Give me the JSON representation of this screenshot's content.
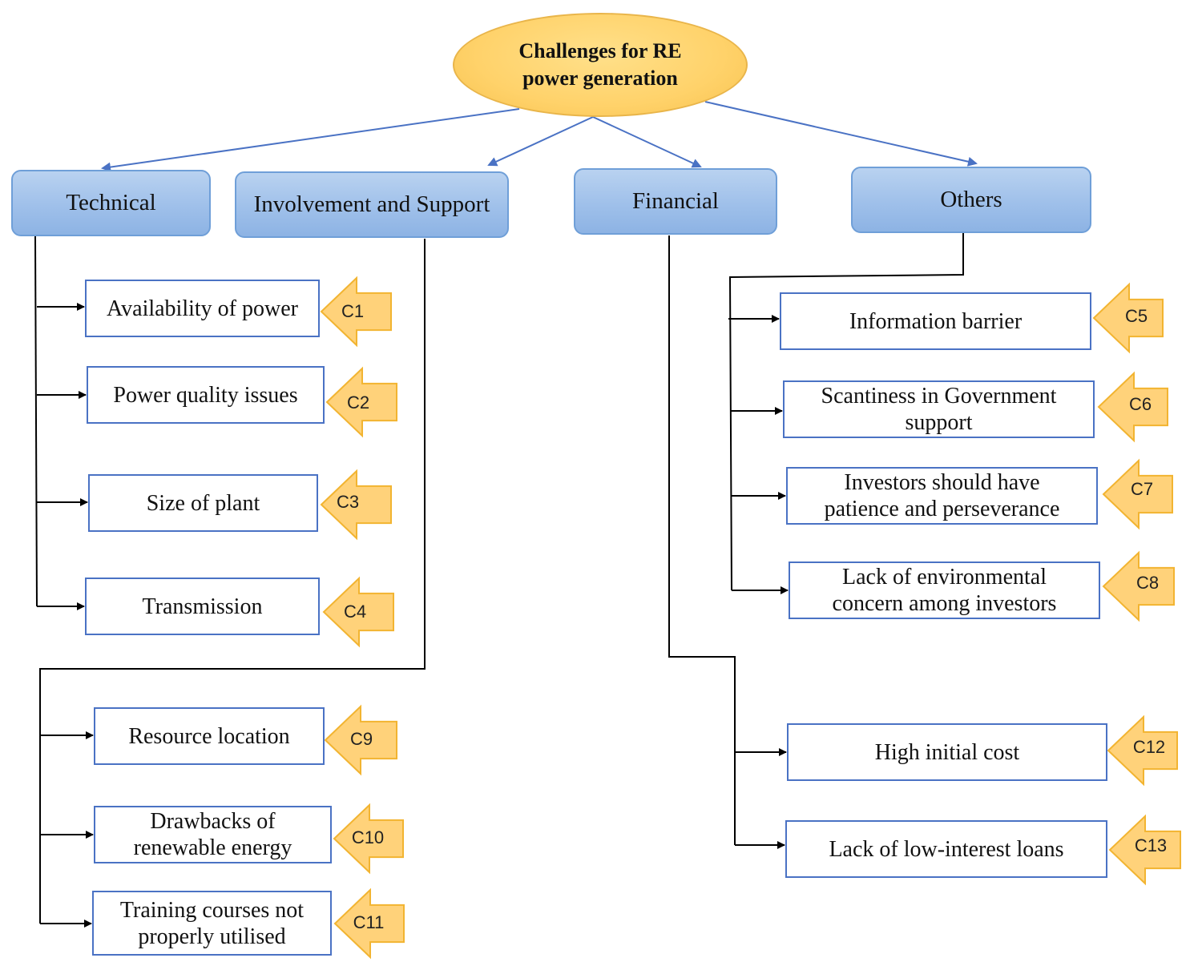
{
  "root": {
    "label": "Challenges for RE\npower generation"
  },
  "categories": [
    {
      "id": "technical",
      "label": "Technical"
    },
    {
      "id": "involvement",
      "label": "Involvement and Support"
    },
    {
      "id": "financial",
      "label": "Financial"
    },
    {
      "id": "others",
      "label": "Others"
    }
  ],
  "challenges": [
    {
      "code": "C1",
      "label": "Availability of power"
    },
    {
      "code": "C2",
      "label": "Power quality issues"
    },
    {
      "code": "C3",
      "label": "Size of plant"
    },
    {
      "code": "C4",
      "label": "Transmission"
    },
    {
      "code": "C5",
      "label": "Information barrier"
    },
    {
      "code": "C6",
      "label": "Scantiness in Government\nsupport"
    },
    {
      "code": "C7",
      "label": "Investors should have\npatience and perseverance"
    },
    {
      "code": "C8",
      "label": "Lack of environmental\nconcern among investors"
    },
    {
      "code": "C9",
      "label": "Resource location"
    },
    {
      "code": "C10",
      "label": "Drawbacks of\nrenewable energy"
    },
    {
      "code": "C11",
      "label": "Training courses not\nproperly utilised"
    },
    {
      "code": "C12",
      "label": "High initial cost"
    },
    {
      "code": "C13",
      "label": "Lack of low-interest loans"
    }
  ],
  "colors": {
    "root_fill": "#ffd26a",
    "category_fill": "#9fc0ea",
    "box_border": "#4a72c4",
    "tag_arrow_fill": "#ffd27a",
    "tag_arrow_border": "#f2b431",
    "connector": "#000000",
    "root_connector": "#4a72c4"
  }
}
